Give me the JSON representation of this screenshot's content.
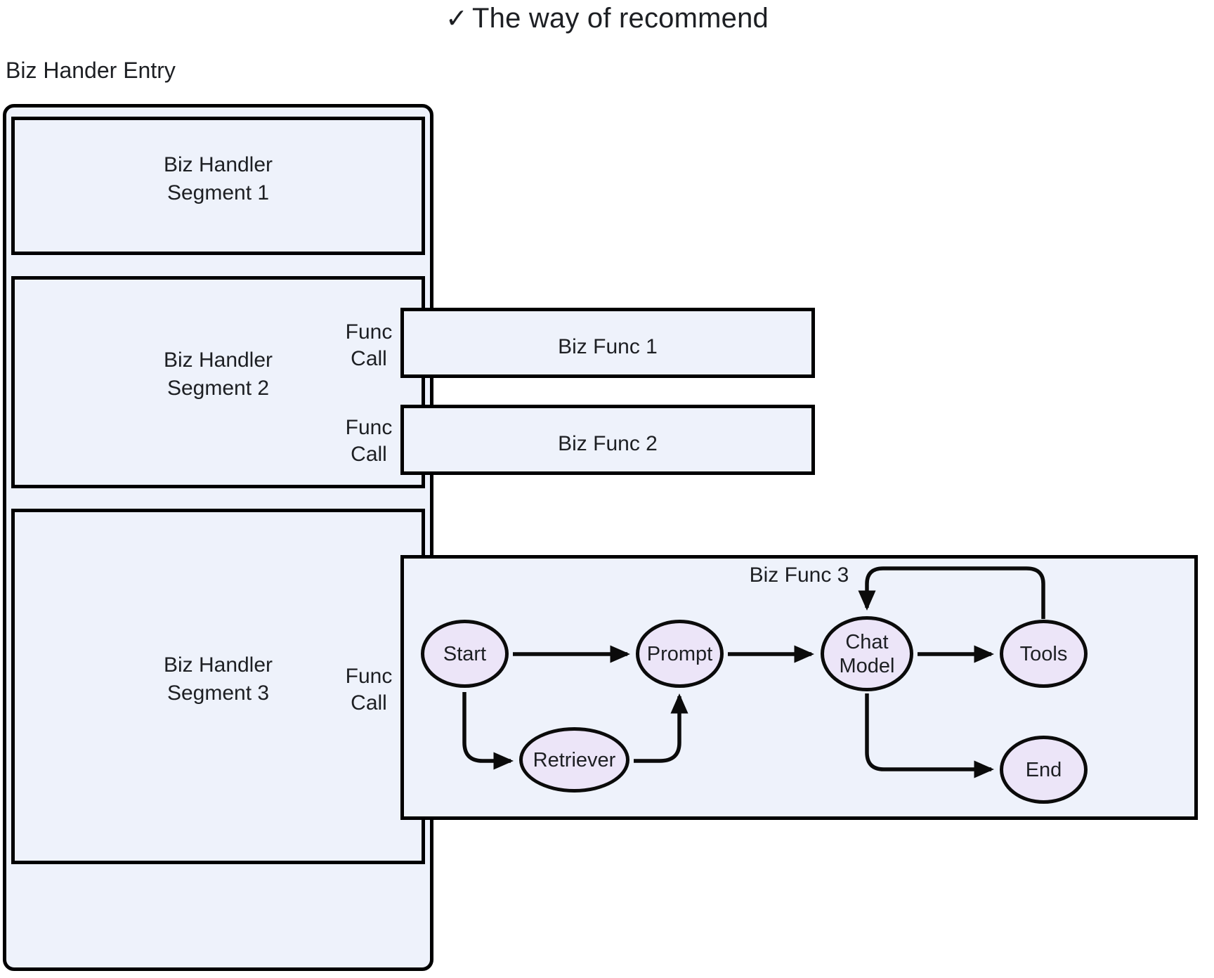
{
  "page": {
    "title_check": "✓",
    "title": "The way of recommend",
    "entry_label": "Biz Hander Entry"
  },
  "colors": {
    "box_fill": "#eef2fb",
    "node_fill": "#ece5f8",
    "stroke": "#000000",
    "text": "#1d1f23",
    "background": "#ffffff"
  },
  "entry": {
    "segments": [
      {
        "label": "Biz  Handler\nSegment 1",
        "func_call": null
      },
      {
        "label": "Biz  Handler\nSegment 2",
        "func_call": "Func\nCall"
      },
      {
        "label": "Biz Handler\nSegment 3",
        "func_call": "Func\nCall"
      }
    ],
    "func_calls": [
      {
        "label": "Func\nCall"
      },
      {
        "label": "Func\nCall"
      },
      {
        "label": "Func\nCall"
      }
    ]
  },
  "functions": [
    {
      "title": "Biz  Func 1"
    },
    {
      "title": "Biz  Func 2"
    },
    {
      "title": "Biz  Func 3"
    }
  ],
  "graph": {
    "nodes": [
      {
        "id": "start",
        "label": "Start"
      },
      {
        "id": "prompt",
        "label": "Prompt"
      },
      {
        "id": "chatmodel",
        "label": "Chat\nModel"
      },
      {
        "id": "tools",
        "label": "Tools"
      },
      {
        "id": "retriever",
        "label": "Retriever"
      },
      {
        "id": "end",
        "label": "End"
      }
    ],
    "edges": [
      {
        "from": "start",
        "to": "prompt"
      },
      {
        "from": "start",
        "to": "retriever"
      },
      {
        "from": "retriever",
        "to": "prompt"
      },
      {
        "from": "prompt",
        "to": "chatmodel"
      },
      {
        "from": "chatmodel",
        "to": "tools"
      },
      {
        "from": "tools",
        "to": "chatmodel"
      },
      {
        "from": "chatmodel",
        "to": "end"
      }
    ]
  }
}
